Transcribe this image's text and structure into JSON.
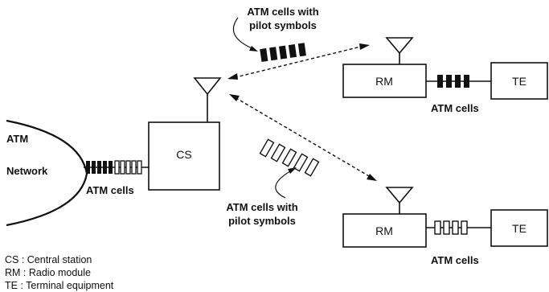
{
  "network": {
    "line1": "ATM",
    "line2": "Network"
  },
  "central_station": {
    "label": "CS",
    "cells_label": "ATM cells"
  },
  "upper_link": {
    "label_line1": "ATM cells with",
    "label_line2": "pilot symbols"
  },
  "lower_link": {
    "label_line1": "ATM cells with",
    "label_line2": "pilot symbols"
  },
  "terminal_top": {
    "rm_label": "RM",
    "te_label": "TE",
    "cells_label": "ATM cells"
  },
  "terminal_bottom": {
    "rm_label": "RM",
    "te_label": "TE",
    "cells_label": "ATM cells"
  },
  "legend": [
    "CS : Central station",
    "RM : Radio module",
    "TE : Terminal equipment"
  ],
  "colors": {
    "ink": "#111111",
    "background": "#ffffff"
  }
}
